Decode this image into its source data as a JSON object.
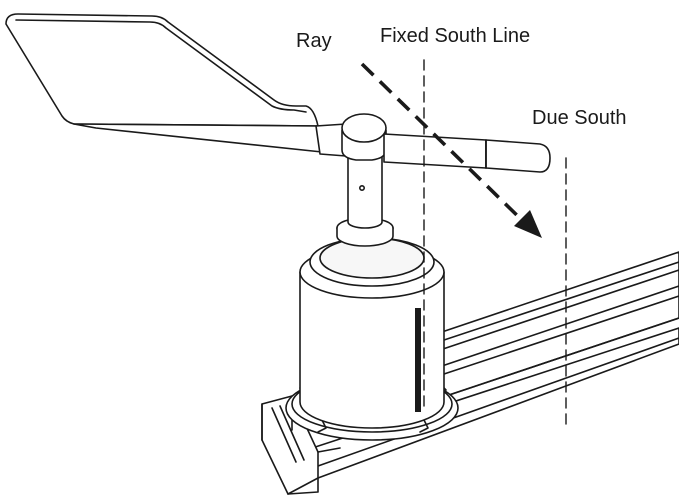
{
  "labels": {
    "ray": "Ray",
    "fixed_south_line": "Fixed South Line",
    "due_south": "Due South"
  },
  "colors": {
    "line": "#1a1a1a",
    "fill": "#ffffff",
    "shade": "#f2f2f2"
  }
}
